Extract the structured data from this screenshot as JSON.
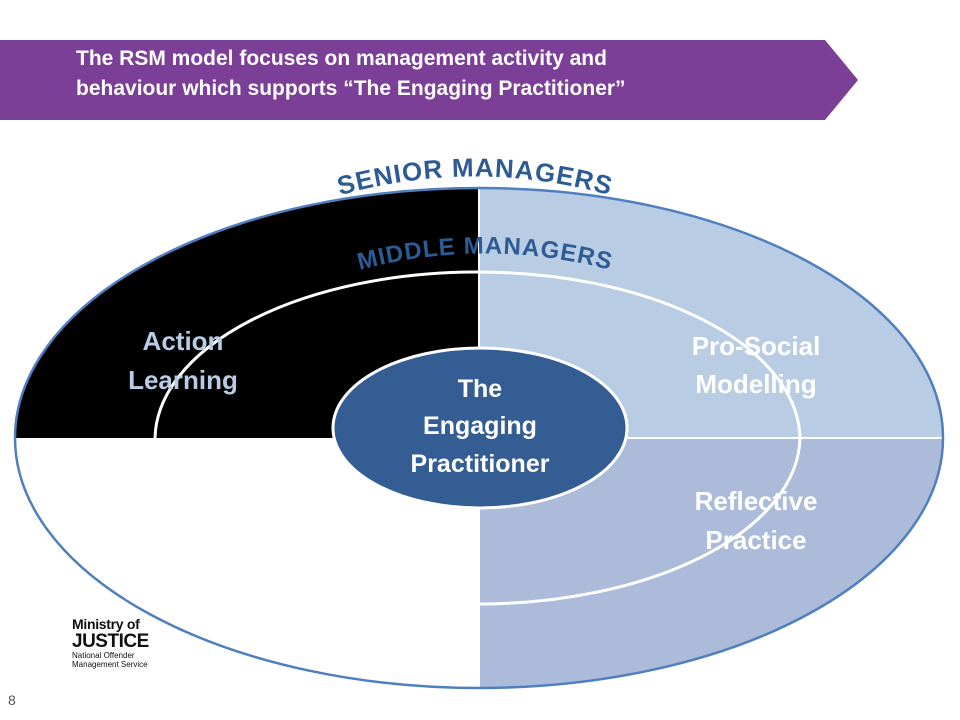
{
  "banner": {
    "text_line1": "The RSM model focuses on management activity and",
    "text_line2": "behaviour which supports “The Engaging Practitioner”",
    "color": "#7b3f98"
  },
  "diagram": {
    "outer_label": "SENIOR MANAGERS",
    "inner_label": "MIDDLE MANAGERS",
    "center": {
      "line1": "The",
      "line2": "Engaging",
      "line3": "Practitioner",
      "color": "#345e93"
    },
    "quadrants": [
      {
        "name": "Action Learning",
        "line1": "Action",
        "line2": "Learning",
        "color": "#000000"
      },
      {
        "name": "Pro-Social Modelling",
        "line1": "Pro-Social",
        "line2": "Modelling",
        "color": "#b8cce4"
      },
      {
        "name": "Reflective Practice",
        "line1": "Reflective",
        "line2": "Practice",
        "color": "#abbbd9"
      }
    ],
    "outline_color": "#4f7fbf",
    "label_color": "#2c5b95"
  },
  "logo": {
    "line1": "Ministry of",
    "line2": "JUSTICE",
    "line3": "National Offender",
    "line4": "Management Service"
  },
  "page_number": "8"
}
